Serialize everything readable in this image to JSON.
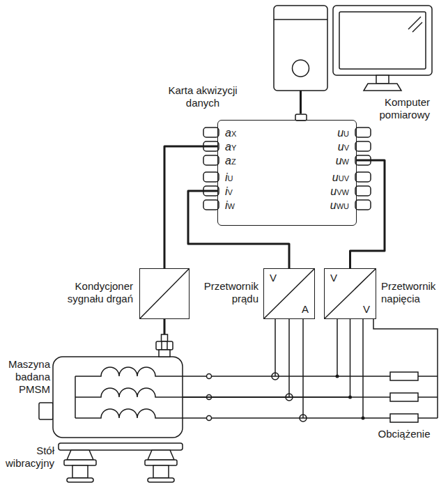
{
  "diagram": {
    "nodes": [
      {
        "text": [
          "Komputer pomiarowy"
        ]
      },
      {
        "text": [
          "Karta akwizycji danych"
        ]
      },
      {
        "text": [
          "Kondycjoner sygnału drgań"
        ]
      },
      {
        "text": [
          "Przetwornik prądu",
          "V",
          "A"
        ]
      },
      {
        "text": [
          "Przetwornik napięcia",
          "V",
          "V"
        ]
      },
      {
        "text": [
          "Maszyna badana PMSM"
        ]
      },
      {
        "text": [
          "Stół wibracyjny"
        ]
      }
    ],
    "edges": [
      {
        "from": 0,
        "to": 1,
        "arrow": "none"
      },
      {
        "from": 1,
        "to": 2,
        "arrow": "none"
      },
      {
        "from": 1,
        "to": 3,
        "arrow": "none"
      },
      {
        "from": 1,
        "to": 4,
        "arrow": "none"
      },
      {
        "from": 2,
        "to": 5,
        "arrow": "none"
      },
      {
        "from": 5,
        "to": 3,
        "arrow": "none"
      },
      {
        "from": 5,
        "to": 4,
        "arrow": "none"
      }
    ],
    "labels": [
      "aX",
      "aY",
      "aZ",
      "iU",
      "iV",
      "iW",
      "uU",
      "uV",
      "uW",
      "uUV",
      "uVW",
      "uWU",
      "Obciążenie"
    ]
  }
}
